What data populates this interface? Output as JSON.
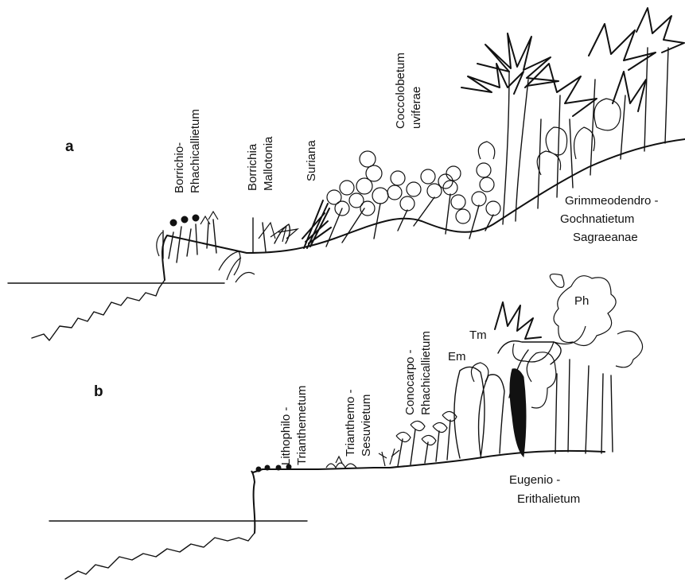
{
  "panels": {
    "a": {
      "label": "a",
      "communities": {
        "borrichio": [
          "Borrichio-",
          "Rhachicallietum"
        ],
        "borrichia": [
          "Borrichia",
          "Mallotonia"
        ],
        "suriana": [
          "Suriana"
        ],
        "coccolobetum": [
          "Coccolobetum",
          "uviferae"
        ],
        "grimmeodendro": [
          "Grimmeodendro -",
          "Gochnatietum",
          "Sagraeanae"
        ]
      }
    },
    "b": {
      "label": "b",
      "communities": {
        "lithophilo": [
          "Lithophilo -",
          "Trianthemetum"
        ],
        "trianthemo": [
          "Trianthemo -",
          "Sesuvietum"
        ],
        "conocarpo": [
          "Conocarpo -",
          "Rhachicallietum"
        ],
        "eugenio": [
          "Eugenio -",
          "Erithalietum"
        ]
      },
      "markers": {
        "tm": "Tm",
        "em": "Em",
        "ph": "Ph"
      }
    }
  }
}
